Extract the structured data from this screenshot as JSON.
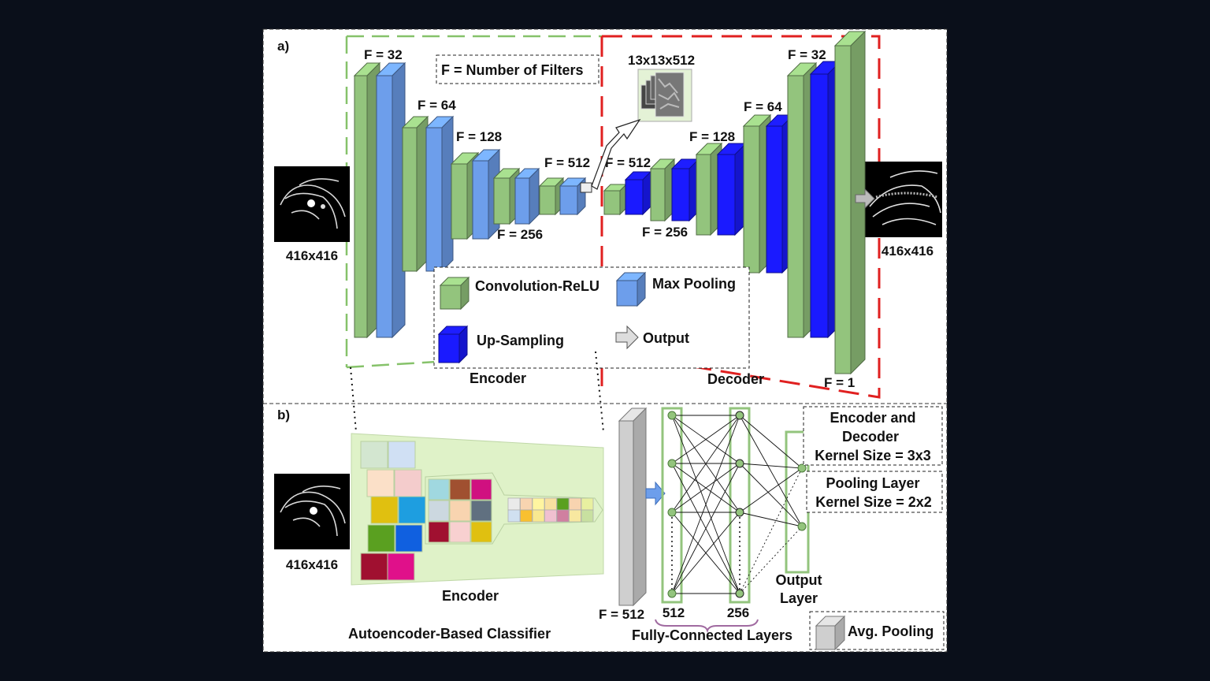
{
  "panel_a": {
    "label": "a)",
    "legend_filters": "F = Number of Filters",
    "input_size": "416x416",
    "output_size": "416x416",
    "feature_map_size": "13x13x512",
    "encoder_filters": [
      "F = 32",
      "F = 64",
      "F = 128",
      "F = 256",
      "F = 512"
    ],
    "decoder_filters": [
      "F = 512",
      "F = 256",
      "F = 128",
      "F = 64",
      "F = 32",
      "F = 1"
    ],
    "legend": {
      "conv": "Convolution-ReLU",
      "pool": "Max Pooling",
      "upsample": "Up-Sampling",
      "output": "Output"
    },
    "encoder_label": "Encoder",
    "decoder_label": "Decoder"
  },
  "panel_b": {
    "label": "b)",
    "input_size": "416x416",
    "encoder_label": "Encoder",
    "classifier_label": "Autoencoder-Based Classifier",
    "avgpool_filters": "F = 512",
    "fc1_size": "512",
    "fc2_size": "256",
    "fc_label": "Fully-Connected Layers",
    "output_layer_line1": "Output",
    "output_layer_line2": "Layer",
    "kernel_note_line1": "Encoder and",
    "kernel_note_line2": "Decoder",
    "kernel_note_line3": "Kernel Size = 3x3",
    "pool_note_line1": "Pooling Layer",
    "pool_note_line2": "Kernel Size = 2x2",
    "avg_pool_legend": "Avg. Pooling"
  },
  "colors": {
    "conv": "#93c47d",
    "pool": "#6d9eeb",
    "upsample": "#1a1aff",
    "encoder_border": "#86c26a",
    "decoder_border": "#e02020",
    "avgpool": "#cccccc"
  }
}
